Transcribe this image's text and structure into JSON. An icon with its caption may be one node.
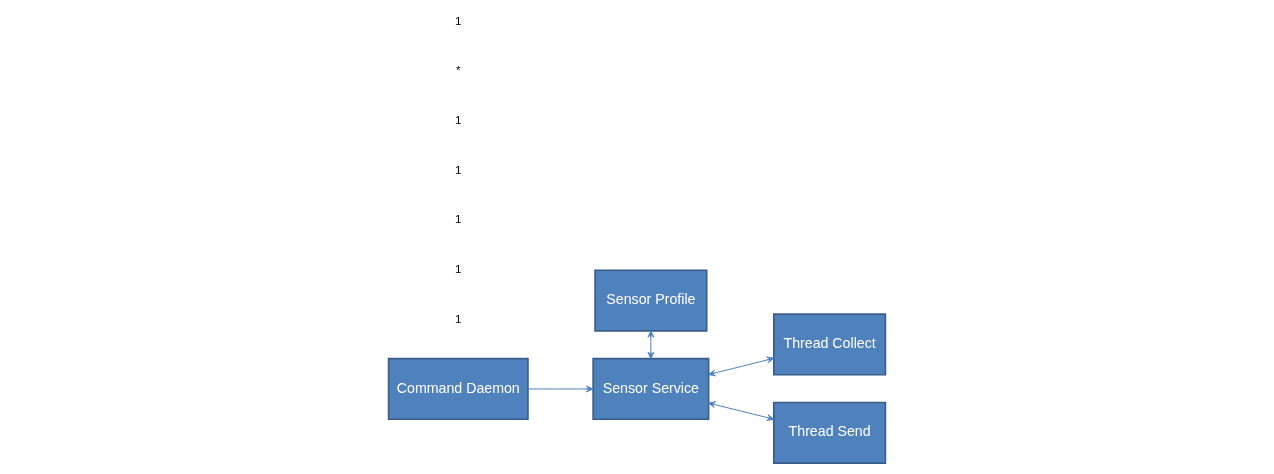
{
  "diagram": {
    "nodes": [
      {
        "text": [
          "Sensor Profile"
        ]
      },
      {
        "text": [
          "Thread Collect"
        ]
      },
      {
        "text": [
          "Command Daemon"
        ]
      },
      {
        "text": [
          "Sensor Service"
        ]
      },
      {
        "text": [
          "Thread Send"
        ]
      }
    ],
    "edges": [
      {
        "from": 0,
        "to": 3,
        "arrow": "both"
      },
      {
        "from": 3,
        "to": 1,
        "arrow": "both"
      },
      {
        "from": 2,
        "to": 3,
        "arrow": "to"
      },
      {
        "from": 3,
        "to": 4,
        "arrow": "both"
      }
    ],
    "labels": [
      "1",
      "1",
      "1",
      "1",
      "1",
      "*",
      "1"
    ]
  }
}
